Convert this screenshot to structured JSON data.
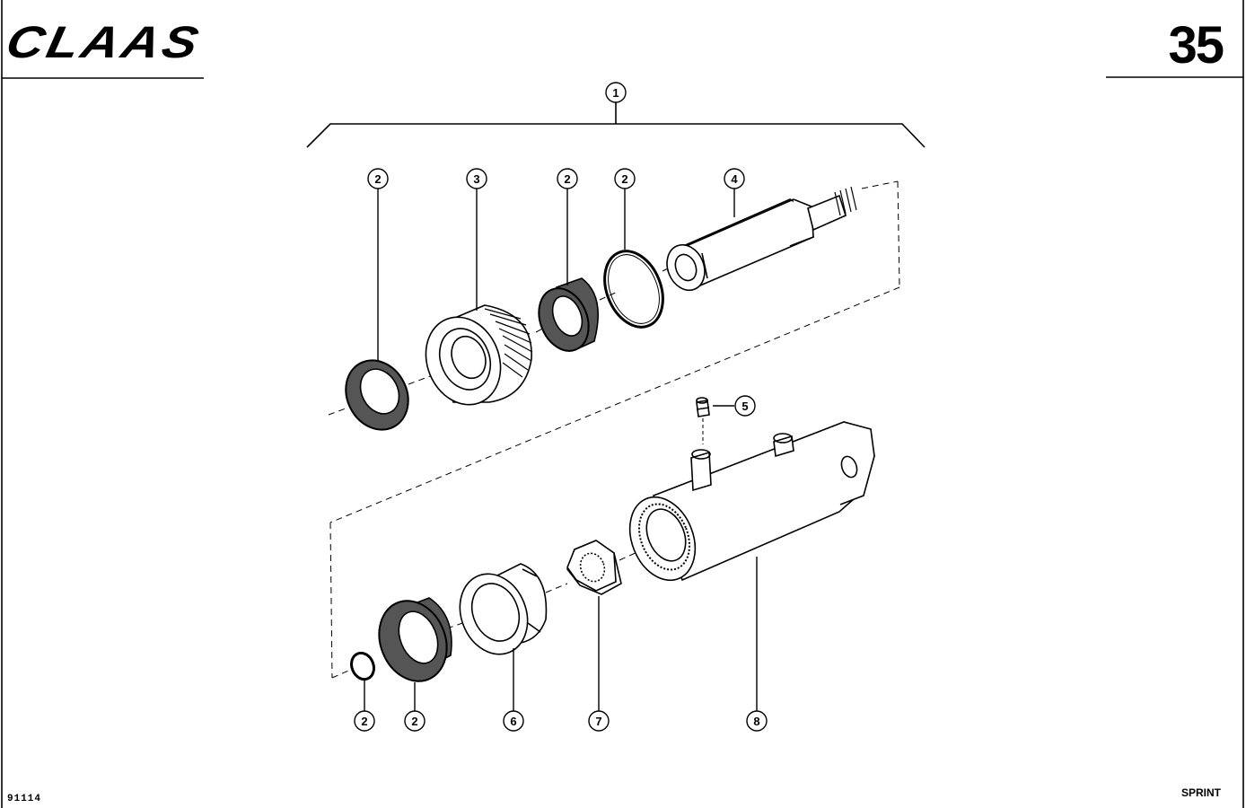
{
  "header": {
    "brand": "CLAAS",
    "page_number": "35"
  },
  "footer": {
    "drawing_id": "91114",
    "model": "SPRINT"
  },
  "callouts": [
    {
      "id": "assembly",
      "label": "1"
    },
    {
      "id": "seal-upper-left",
      "label": "2"
    },
    {
      "id": "guide-bush",
      "label": "3"
    },
    {
      "id": "seal-upper-mid",
      "label": "2"
    },
    {
      "id": "o-ring-upper",
      "label": "2"
    },
    {
      "id": "piston-rod",
      "label": "4"
    },
    {
      "id": "grease-nipple",
      "label": "5"
    },
    {
      "id": "o-ring-lower",
      "label": "2"
    },
    {
      "id": "seal-lower",
      "label": "2"
    },
    {
      "id": "piston",
      "label": "6"
    },
    {
      "id": "nut",
      "label": "7"
    },
    {
      "id": "cylinder-tube",
      "label": "8"
    }
  ]
}
